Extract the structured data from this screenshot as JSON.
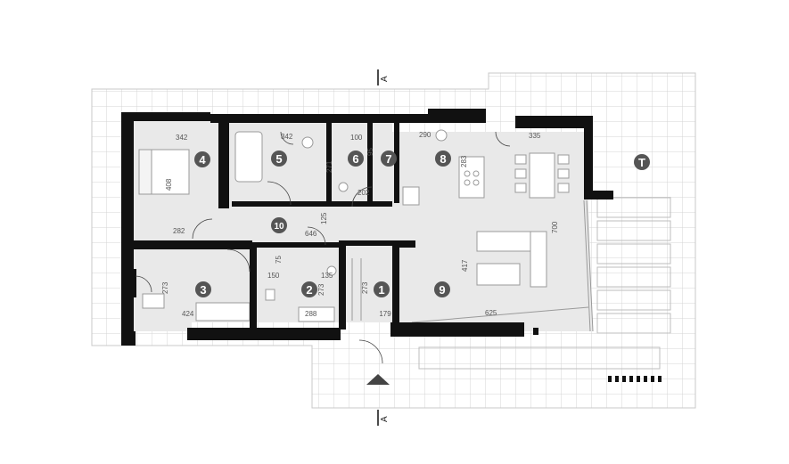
{
  "colors": {
    "wall": "#111111",
    "floor": "#e9e9e9",
    "grid": "#d4d4d4",
    "marker": "#555555"
  },
  "section_marks": {
    "top": "A",
    "bottom": "A"
  },
  "rooms": [
    {
      "id": "1",
      "dims": [
        "273",
        "179"
      ]
    },
    {
      "id": "2",
      "dims": [
        "135",
        "273",
        "288",
        "75",
        "150"
      ]
    },
    {
      "id": "3",
      "dims": [
        "273",
        "424"
      ]
    },
    {
      "id": "4",
      "dims": [
        "342",
        "408",
        "282"
      ]
    },
    {
      "id": "5",
      "dims": [
        "342"
      ]
    },
    {
      "id": "6",
      "dims": [
        "100",
        "271",
        "202"
      ]
    },
    {
      "id": "7",
      "dims": [
        "95"
      ]
    },
    {
      "id": "8",
      "dims": [
        "290",
        "335",
        "283"
      ]
    },
    {
      "id": "9",
      "dims": [
        "417",
        "700",
        "625"
      ]
    },
    {
      "id": "10",
      "dims": [
        "646",
        "125"
      ]
    },
    {
      "id": "T",
      "dims": []
    }
  ]
}
